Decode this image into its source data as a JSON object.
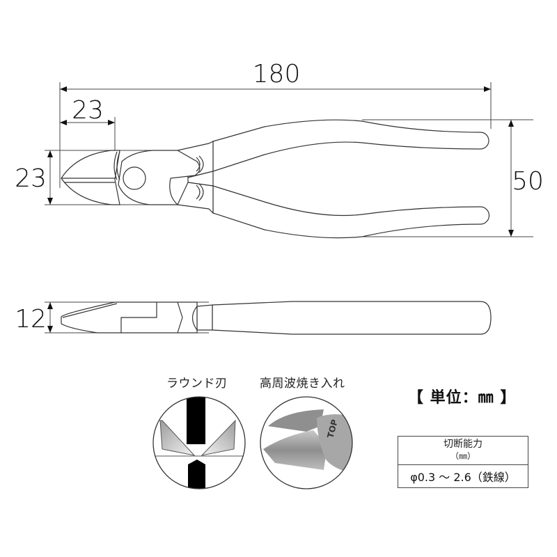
{
  "dimensions": {
    "overall_length": "180",
    "jaw_length": "23",
    "head_height": "23",
    "handle_span": "50",
    "thickness": "12"
  },
  "features": [
    {
      "label": "ラウンド刃",
      "icon": "round-blade-diagram"
    },
    {
      "label": "高周波焼き入れ",
      "icon": "induction-hardened-jaw-photo"
    }
  ],
  "unit_label": "【 単位：㎜ 】",
  "spec_table": {
    "header": "切断能力",
    "header_unit": "（㎜）",
    "value": "φ0.3 ～ 2.6（鉄線）"
  },
  "brand_mark": "TOP",
  "colors": {
    "line": "#3a3a3a",
    "text": "#111111",
    "blade_gray": "#b8b8b8",
    "steel_gray": "#9a9a9a"
  }
}
